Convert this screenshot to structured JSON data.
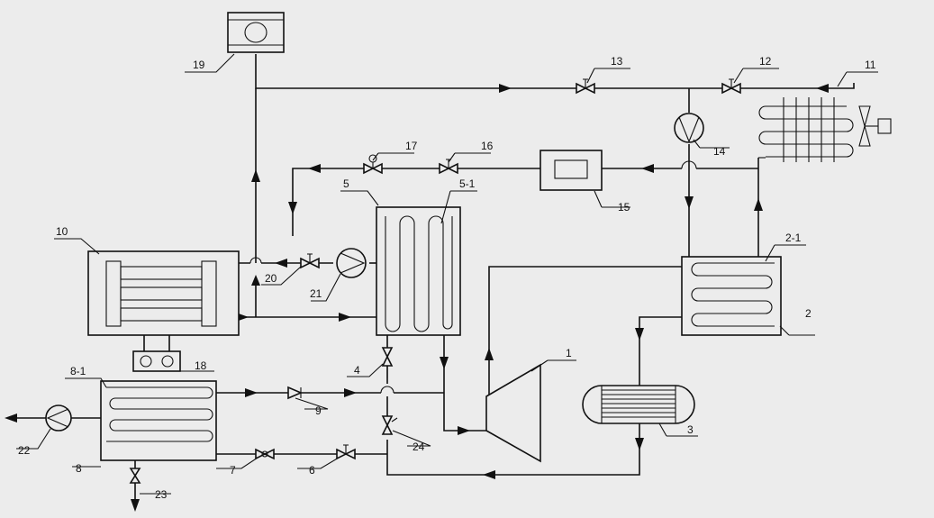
{
  "labels": {
    "l1": "1",
    "l2": "2",
    "l2_1": "2-1",
    "l3": "3",
    "l4": "4",
    "l5": "5",
    "l5_1": "5-1",
    "l6": "6",
    "l7": "7",
    "l8": "8",
    "l8_1": "8-1",
    "l9": "9",
    "l10": "10",
    "l11": "11",
    "l12": "12",
    "l13": "13",
    "l14": "14",
    "l15": "15",
    "l16": "16",
    "l17": "17",
    "l18": "18",
    "l19": "19",
    "l20": "20",
    "l21": "21",
    "l22": "22",
    "l23": "23",
    "l24": "24"
  },
  "colors": {
    "background": "#ececec",
    "line": "#111111"
  }
}
